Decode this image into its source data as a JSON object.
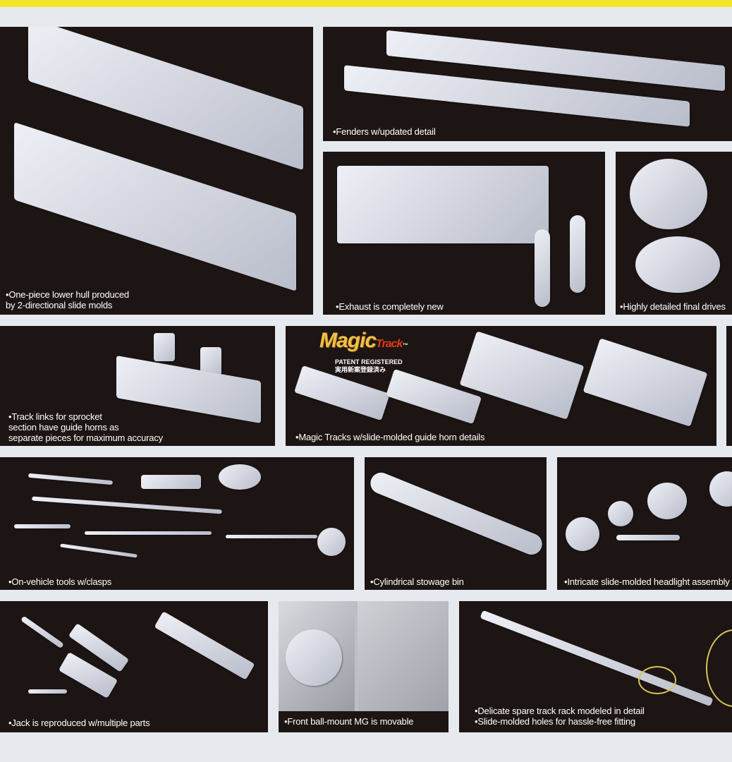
{
  "captions": {
    "hull": "•One-piece lower hull produced\n by 2-directional slide molds",
    "fenders": "•Fenders w/updated detail",
    "exhaust": "•Exhaust is completely new",
    "final_drives": "•Highly detailed final drives",
    "track_links": "•Track links for sprocket\n section have guide horns as\n separate pieces for maximum accuracy",
    "magic_tracks": "•Magic Tracks w/slide-molded guide horn details",
    "tools": "•On-vehicle tools w/clasps",
    "stowage_bin": "•Cylindrical stowage bin",
    "headlight": "•Intricate slide-molded headlight  assembly",
    "jack": "•Jack is reproduced w/multiple parts",
    "mg": "•Front ball-mount MG is movable",
    "track_rack": "•Delicate spare track rack modeled in detail\n•Slide-molded holes for hassle-free fitting"
  },
  "logo": {
    "magic": "Magic",
    "track": "Track",
    "tm": "™"
  },
  "patent": {
    "en": "PATENT REGISTERED",
    "jp": "実用新案登録済み"
  },
  "colors": {
    "panel": "#1c1513",
    "background": "#e6eaee",
    "top_strip": "#f3e528",
    "parts": "#c8ccd8"
  }
}
